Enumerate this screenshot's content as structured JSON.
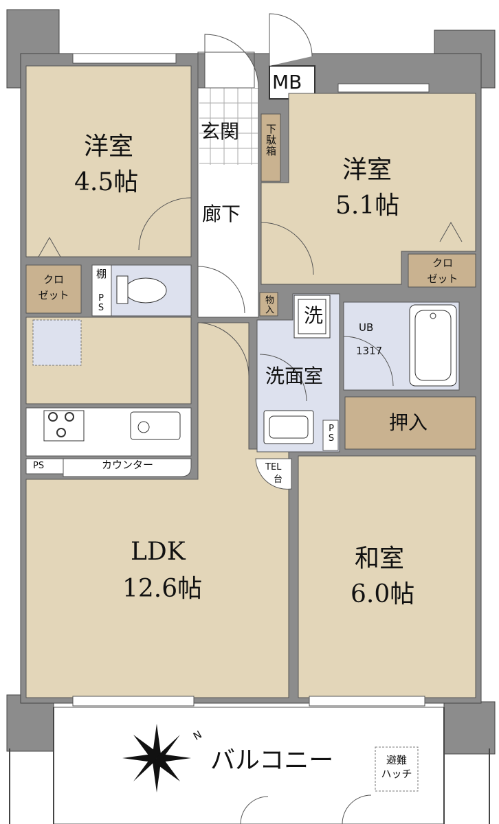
{
  "rooms": {
    "western1": {
      "name": "洋室",
      "size": "4.5帖"
    },
    "western2": {
      "name": "洋室",
      "size": "5.1帖"
    },
    "ldk": {
      "name": "LDK",
      "size": "12.6帖"
    },
    "japanese": {
      "name": "和室",
      "size": "6.0帖"
    }
  },
  "labels": {
    "entrance": "玄関",
    "hallway": "廊下",
    "washroom": "洗面室",
    "oshiire": "押入",
    "balcony": "バルコニー",
    "mb": "MB",
    "shoe_box": "下駄箱",
    "closet1": "クロ\nゼット",
    "closet2": "クロ\nゼット",
    "shelf": "棚",
    "ps": "PS",
    "ps_v": "PS",
    "ps_v2": "PS",
    "storage": "物入",
    "washer": "洗",
    "ub": "UB",
    "ub_size": "1317",
    "counter": "カウンター",
    "tel": "TEL",
    "tel_stand": "台",
    "escape_hatch": "避難\nハッチ",
    "north": "N"
  },
  "colors": {
    "room_beige": "#e3d6b9",
    "storage_brown": "#c9b290",
    "wet_area_blue": "#dde1ee",
    "wall_gray": "#8c8c8c",
    "floor_white": "#ffffff"
  }
}
